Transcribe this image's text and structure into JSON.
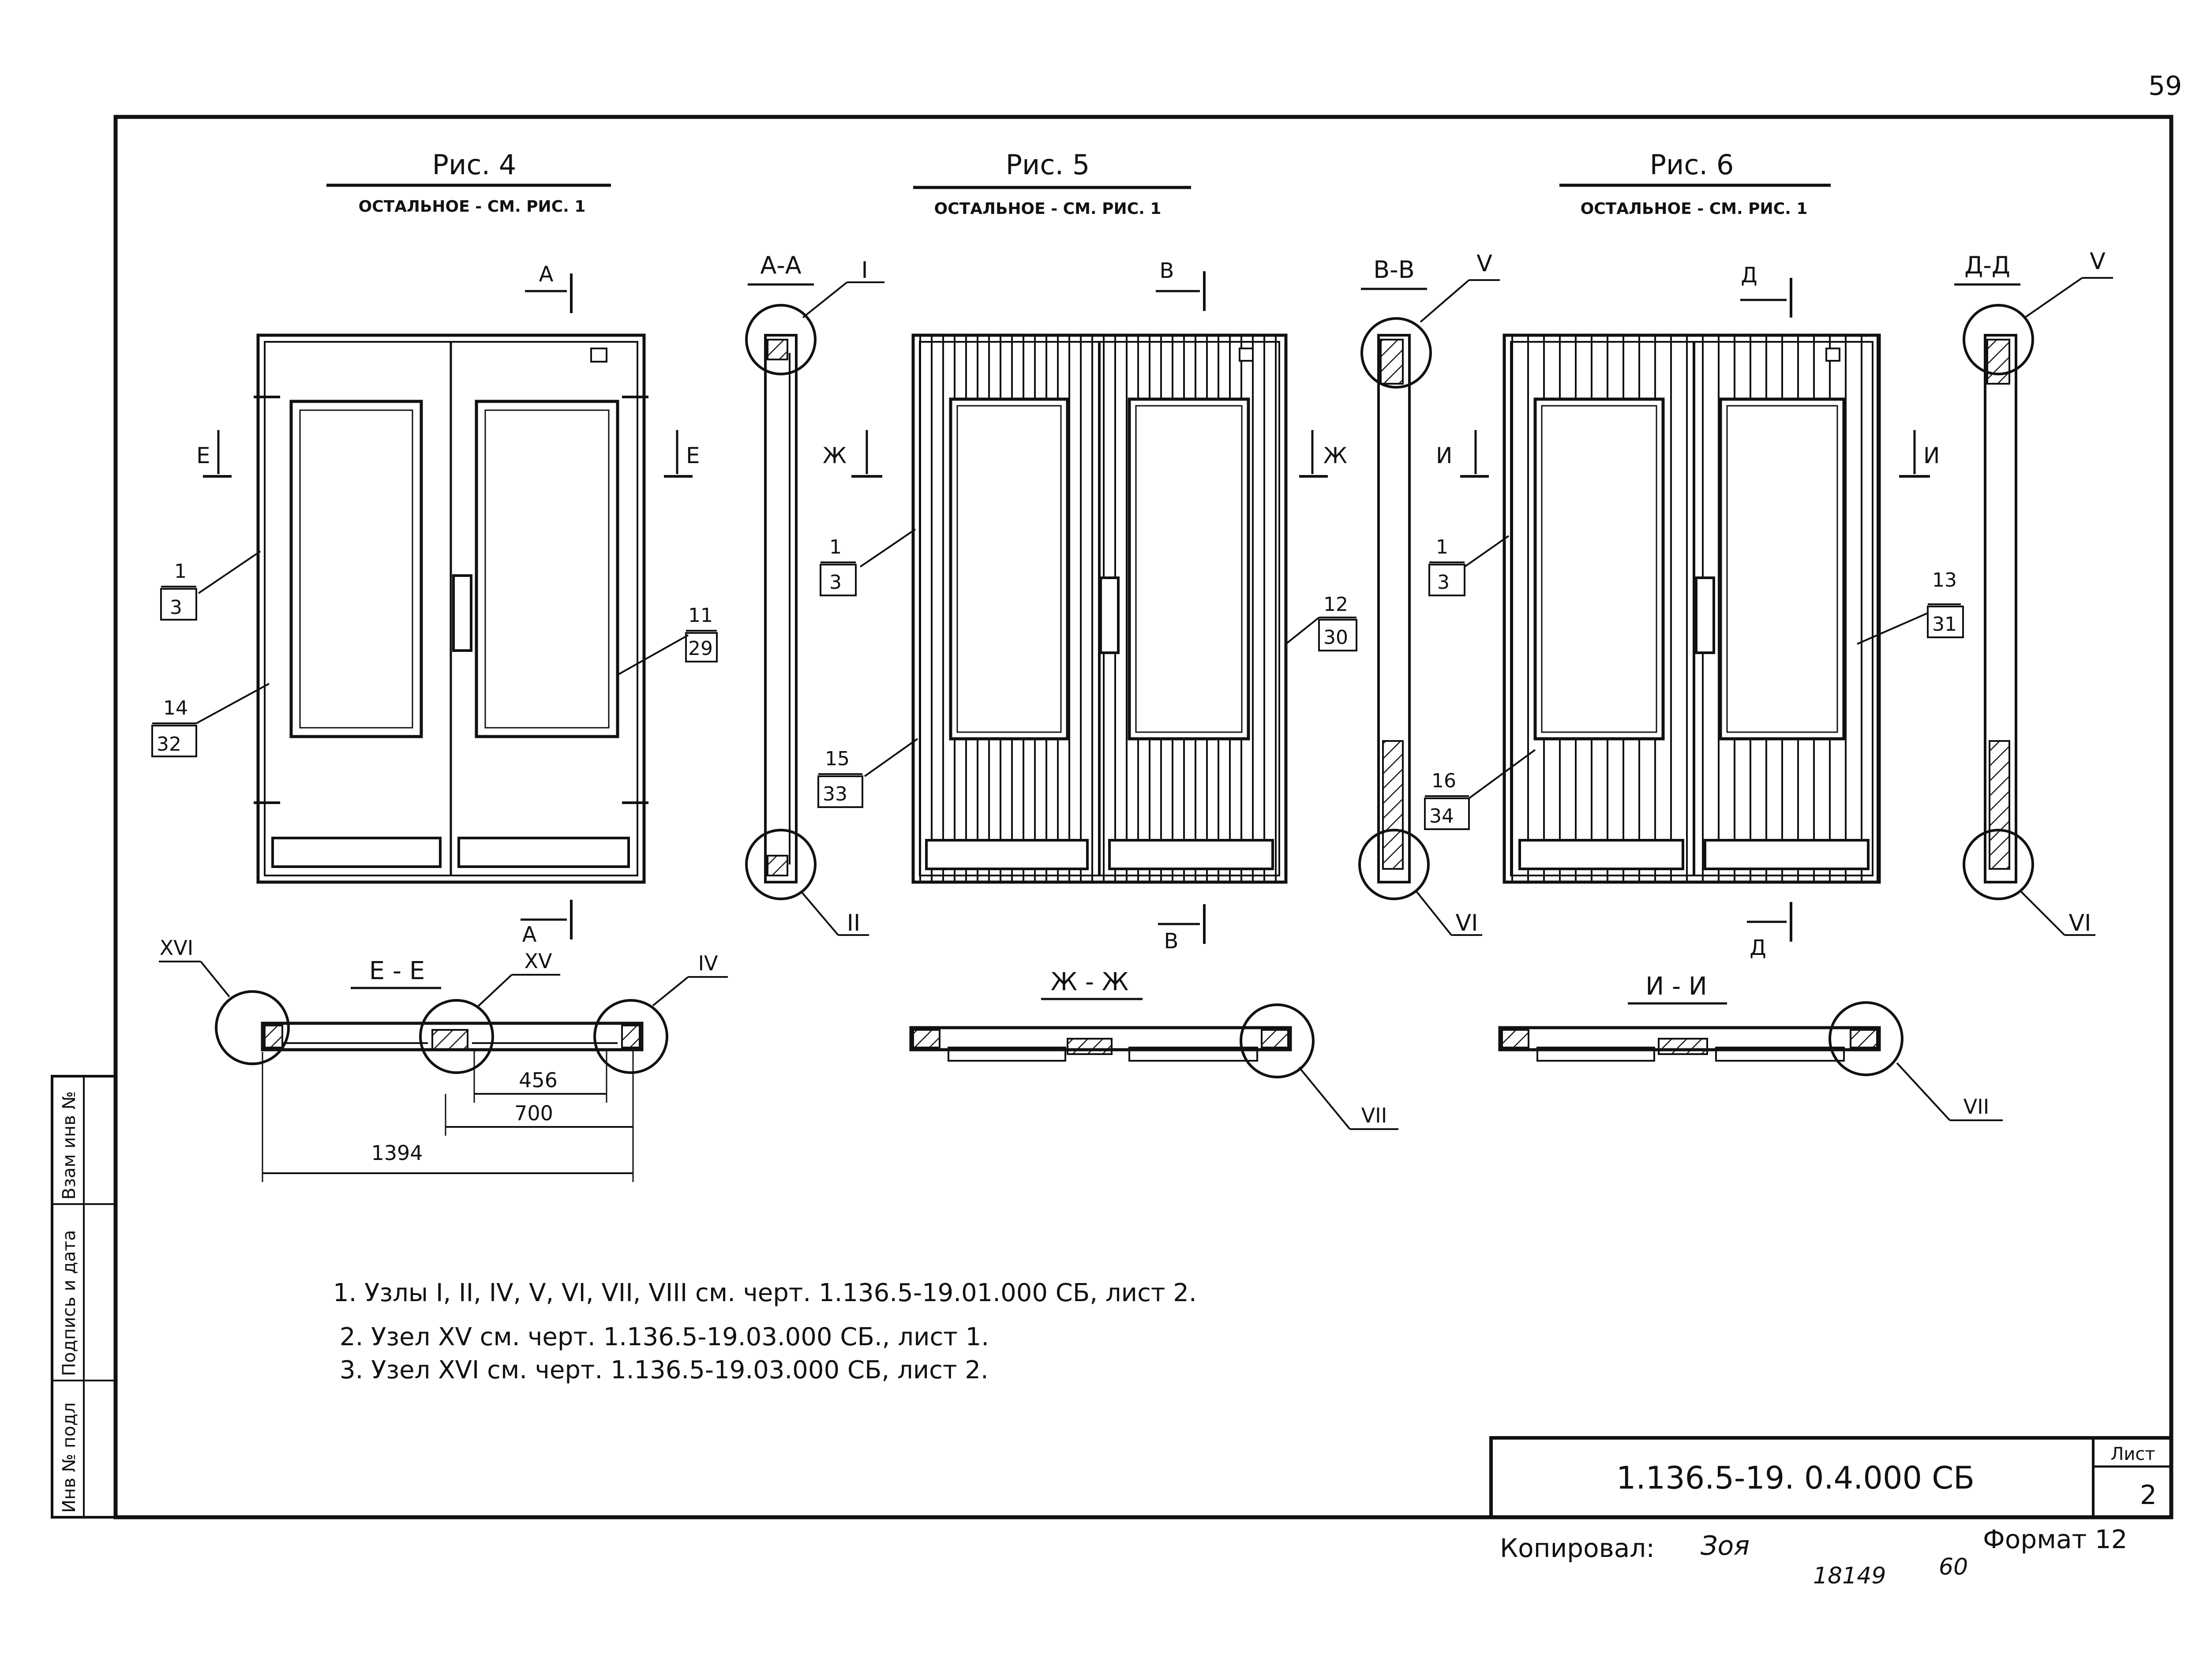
{
  "page_number": "59",
  "figures": [
    {
      "title": "Рис. 4",
      "subtitle": "ОСТАЛЬНОЕ - СМ. РИС. 1",
      "section_label": "А-А",
      "section_marker": "А",
      "cut_marker": "Е",
      "plan_title": "Е - Е"
    },
    {
      "title": "Рис. 5",
      "subtitle": "ОСТАЛЬНОЕ - СМ. РИС. 1",
      "section_label": "В-В",
      "section_marker": "В",
      "cut_marker": "Ж",
      "plan_title": "Ж - Ж"
    },
    {
      "title": "Рис. 6",
      "subtitle": "ОСТАЛЬНОЕ - СМ. РИС. 1",
      "section_label": "Д-Д",
      "section_marker": "Д",
      "cut_marker": "И",
      "plan_title": "И - И"
    }
  ],
  "callouts": {
    "fig4": [
      {
        "top": "1",
        "bottom": "3"
      },
      {
        "top": "14",
        "bottom": "32"
      },
      {
        "top": "11",
        "bottom": "29"
      }
    ],
    "fig5": [
      {
        "top": "1",
        "bottom": "3"
      },
      {
        "top": "15",
        "bottom": "33"
      },
      {
        "top": "12",
        "bottom": "30"
      }
    ],
    "fig6": [
      {
        "top": "1",
        "bottom": "3"
      },
      {
        "top": "16",
        "bottom": "34"
      },
      {
        "top": "13",
        "bottom": "31"
      }
    ]
  },
  "node_labels": {
    "n1": "I",
    "n2": "II",
    "n4": "IV",
    "n5": "V",
    "n6": "VI",
    "n7": "VII",
    "n15": "XV",
    "n16": "XVI"
  },
  "dimensions": {
    "d1": "456",
    "d2": "700",
    "d3": "1394"
  },
  "notes": [
    "1. Узлы I, II, IV, V, VI, VII, VIII см. черт. 1.136.5-19.01.000 СБ, лист 2.",
    "2. Узел XV см. черт. 1.136.5-19.03.000 СБ., лист 1.",
    "3. Узел XVI см. черт. 1.136.5-19.03.000 СБ, лист 2."
  ],
  "side_stamp": [
    "Инв № подл",
    "Подпись и дата",
    "Взам инв №"
  ],
  "title_block": {
    "code": "1.136.5-19. 0.4.000 СБ",
    "sheet_label": "Лист",
    "sheet_number": "2"
  },
  "footer": {
    "copied_label": "Копировал:",
    "copied_signature": "Зоя",
    "order_number": "18149",
    "sheet_count": "60",
    "format_label": "Формат 12"
  },
  "colors": {
    "ink": "#111111",
    "paper": "#ffffff"
  }
}
